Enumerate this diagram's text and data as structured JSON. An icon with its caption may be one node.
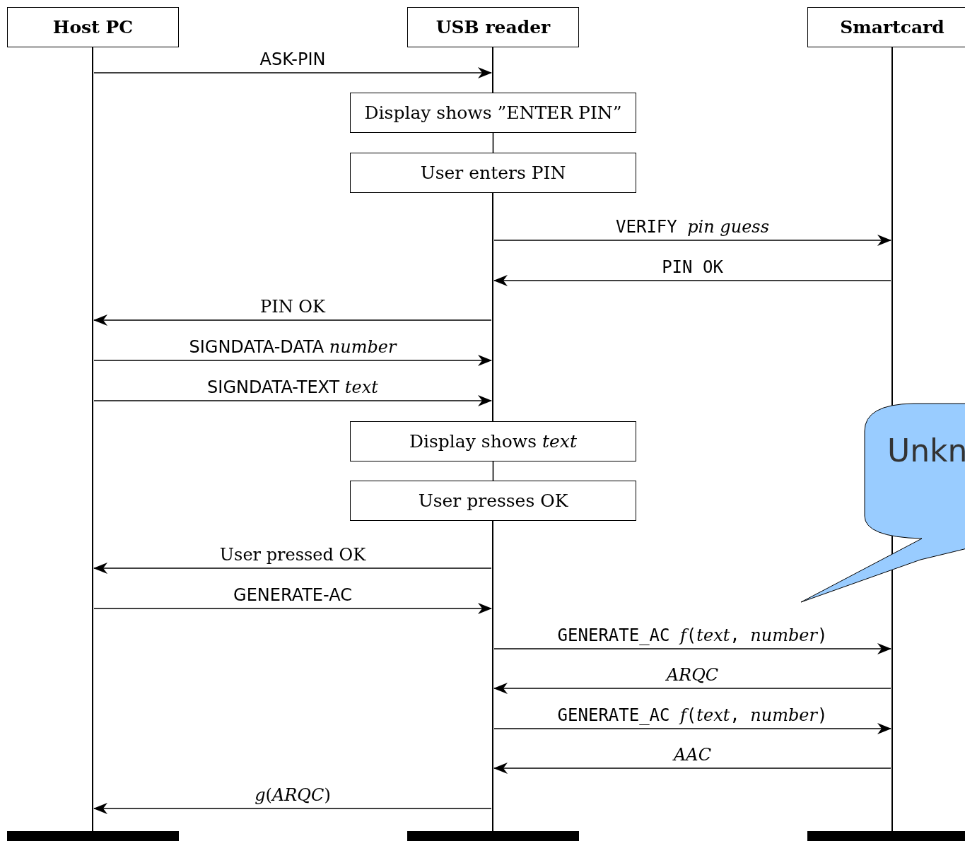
{
  "diagram": {
    "nodes": [
      {
        "text": [
          "Host PC"
        ]
      },
      {
        "text": [
          "USB reader"
        ]
      },
      {
        "text": [
          "Smartcard"
        ]
      },
      {
        "text": [],
        "shape": "line"
      },
      {
        "text": [],
        "shape": "line"
      },
      {
        "text": [
          "Display shows ”ENTER PIN”"
        ]
      },
      {
        "text": [
          "User enters PIN"
        ]
      },
      {
        "text": [],
        "shape": "line"
      },
      {
        "text": [
          "Display shows *text*"
        ]
      },
      {
        "text": [
          "User presses OK"
        ]
      },
      {
        "text": [],
        "shape": "line"
      },
      {
        "text": [],
        "shape": "line"
      },
      {
        "text": [
          "Unkn"
        ]
      },
      {
        "text": [],
        "shape": "bar"
      },
      {
        "text": [],
        "shape": "bar"
      },
      {
        "text": [],
        "shape": "bar"
      }
    ],
    "edges": [
      {
        "from": 3,
        "to": 4,
        "arrow": "to",
        "label": "ASK-PIN"
      },
      {
        "from": 7,
        "to": 11,
        "arrow": "to",
        "label": "VERIFY *pin guess*"
      },
      {
        "from": 11,
        "to": 7,
        "arrow": "to",
        "label": "PIN OK"
      },
      {
        "from": 7,
        "to": 3,
        "arrow": "to",
        "label": "PIN OK"
      },
      {
        "from": 3,
        "to": 7,
        "arrow": "to",
        "label": "SIGNDATA-DATA *number*"
      },
      {
        "from": 3,
        "to": 7,
        "arrow": "to",
        "label": "SIGNDATA-TEXT *text*"
      },
      {
        "from": 10,
        "to": 3,
        "arrow": "to",
        "label": "User pressed OK"
      },
      {
        "from": 3,
        "to": 10,
        "arrow": "to",
        "label": "GENERATE-AC"
      },
      {
        "from": 10,
        "to": 11,
        "arrow": "to",
        "label": "GENERATE_AC *f*(*text*, *number*)"
      },
      {
        "from": 11,
        "to": 10,
        "arrow": "to",
        "label": "*ARQC*"
      },
      {
        "from": 10,
        "to": 11,
        "arrow": "to",
        "label": "GENERATE_AC *f*(*text*, *number*)"
      },
      {
        "from": 11,
        "to": 10,
        "arrow": "to",
        "label": "*AAC*"
      },
      {
        "from": 10,
        "to": 3,
        "arrow": "to",
        "label": "*g*(*ARQC*)"
      },
      {
        "from": 5,
        "to": 6,
        "arrow": "none"
      },
      {
        "from": 8,
        "to": 9,
        "arrow": "none"
      }
    ]
  }
}
